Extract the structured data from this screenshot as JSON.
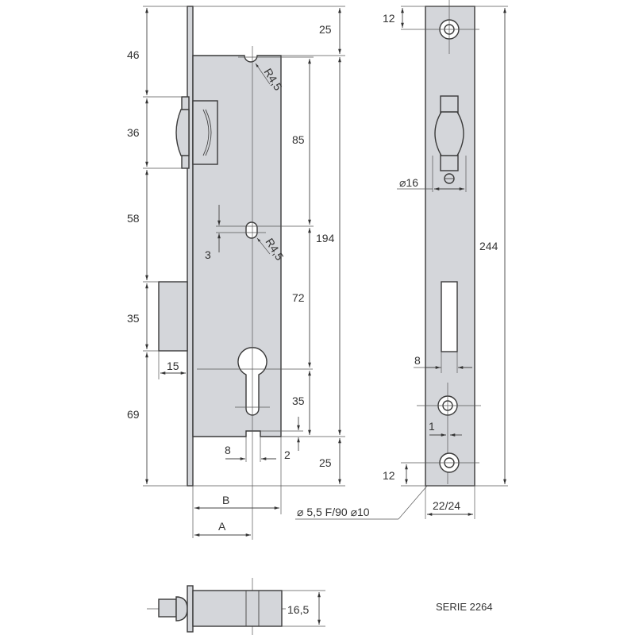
{
  "drawing": {
    "title": "SERIE 2264",
    "front_view": {
      "left_dimensions": [
        "46",
        "36",
        "58",
        "35",
        "69"
      ],
      "latch_projection": "15",
      "right_dimensions": {
        "top_offset": "25",
        "upper_radius": "R4,5",
        "upper_span": "85",
        "total_body": "194",
        "middle_radius": "R4,5",
        "slot_height": "3",
        "middle_span": "72",
        "cylinder_span": "35",
        "bottom_gap": "2",
        "bottom_offset": "25",
        "bottom_slot_width": "8"
      },
      "backset_labels": {
        "b": "B",
        "a": "A"
      },
      "screw_note": "⌀ 5,5   F/90   ⌀10"
    },
    "side_view": {
      "top_hole_offset": "12",
      "knob_diameter": "⌀16",
      "total_length": "244",
      "slot_width": "8",
      "hole_offset": "1",
      "bottom_hole_offset": "12",
      "faceplate_width": "22/24"
    },
    "bottom_view": {
      "height": "16,5"
    }
  },
  "colors": {
    "part_fill": "#d4d6da",
    "stroke": "#3a3a3a",
    "text": "#333333"
  }
}
